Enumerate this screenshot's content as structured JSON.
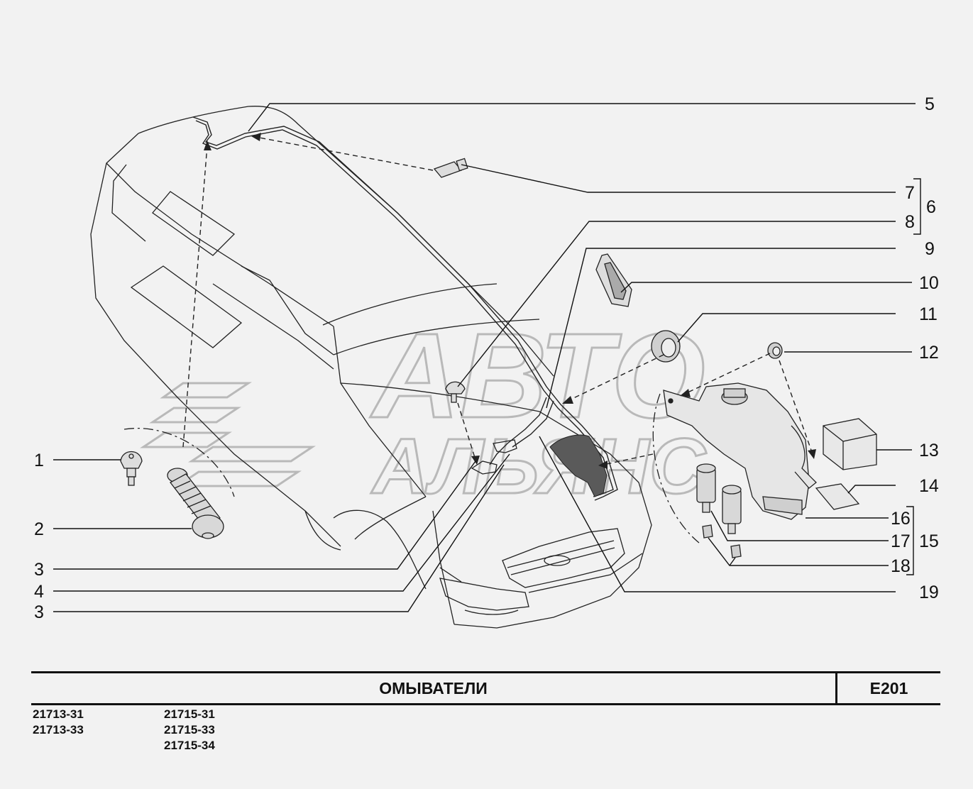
{
  "title": "ОМЫВАТЕЛИ",
  "code": "E201",
  "watermark": {
    "line1": "АВТО",
    "line2": "АЛЬЯНС"
  },
  "models": {
    "col1": [
      "21713-31",
      "21713-33"
    ],
    "col2": [
      "21715-31",
      "21715-33",
      "21715-34"
    ]
  },
  "callouts": {
    "c1": "1",
    "c2": "2",
    "c3a": "3",
    "c4": "4",
    "c3b": "3",
    "c5": "5",
    "c7": "7",
    "c6": "6",
    "c8": "8",
    "c9": "9",
    "c10": "10",
    "c11": "11",
    "c12": "12",
    "c13": "13",
    "c14": "14",
    "c16": "16",
    "c15": "15",
    "c17": "17",
    "c18": "18",
    "c19": "19"
  },
  "colors": {
    "background": "#f2f2f2",
    "ink": "#111111",
    "watermark": "#b8b8b8"
  }
}
